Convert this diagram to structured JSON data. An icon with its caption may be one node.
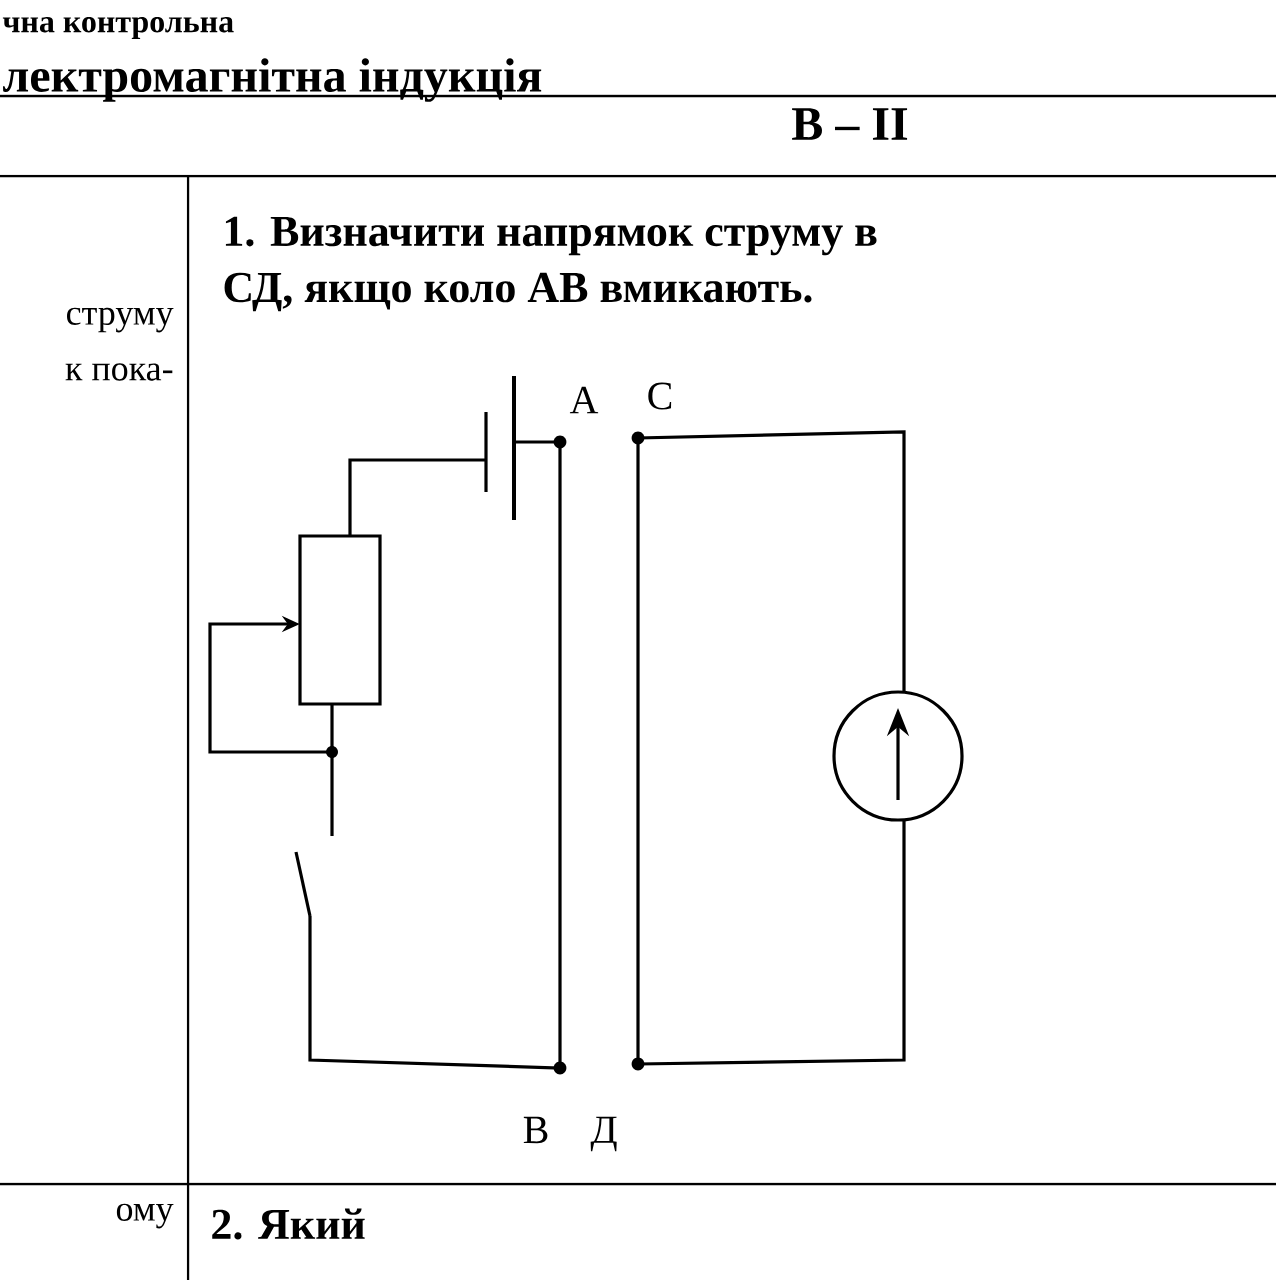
{
  "diagram": {
    "labels": [
      "чна контрольна",
      "лектромагнітна індукція",
      "В – II",
      "1. Визначити напрямок струму в",
      "струму",
      "СД, якщо коло АВ вмикають.",
      "к пока-",
      "А",
      "С",
      "В",
      "Д",
      "ому",
      "2. Який"
    ]
  }
}
